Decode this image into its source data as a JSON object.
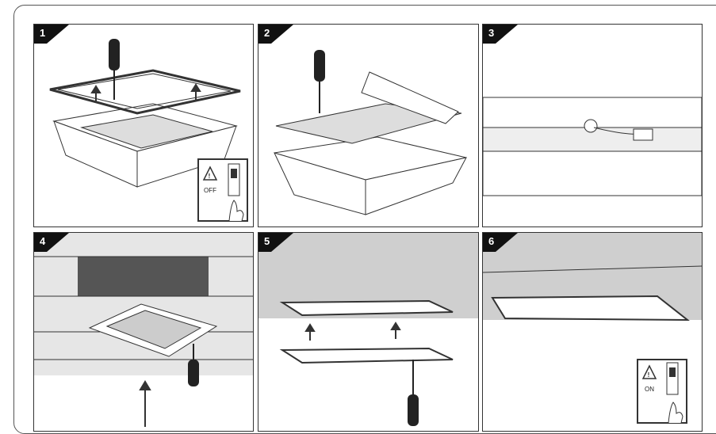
{
  "steps": [
    {
      "number": "1"
    },
    {
      "number": "2"
    },
    {
      "number": "3"
    },
    {
      "number": "4"
    },
    {
      "number": "5"
    },
    {
      "number": "6"
    }
  ],
  "switch_off_label": "OFF",
  "switch_on_label": "ON",
  "colors": {
    "badge": "#111111",
    "ceiling_gray": "#cfcfcf",
    "tile_dark": "#555555"
  }
}
